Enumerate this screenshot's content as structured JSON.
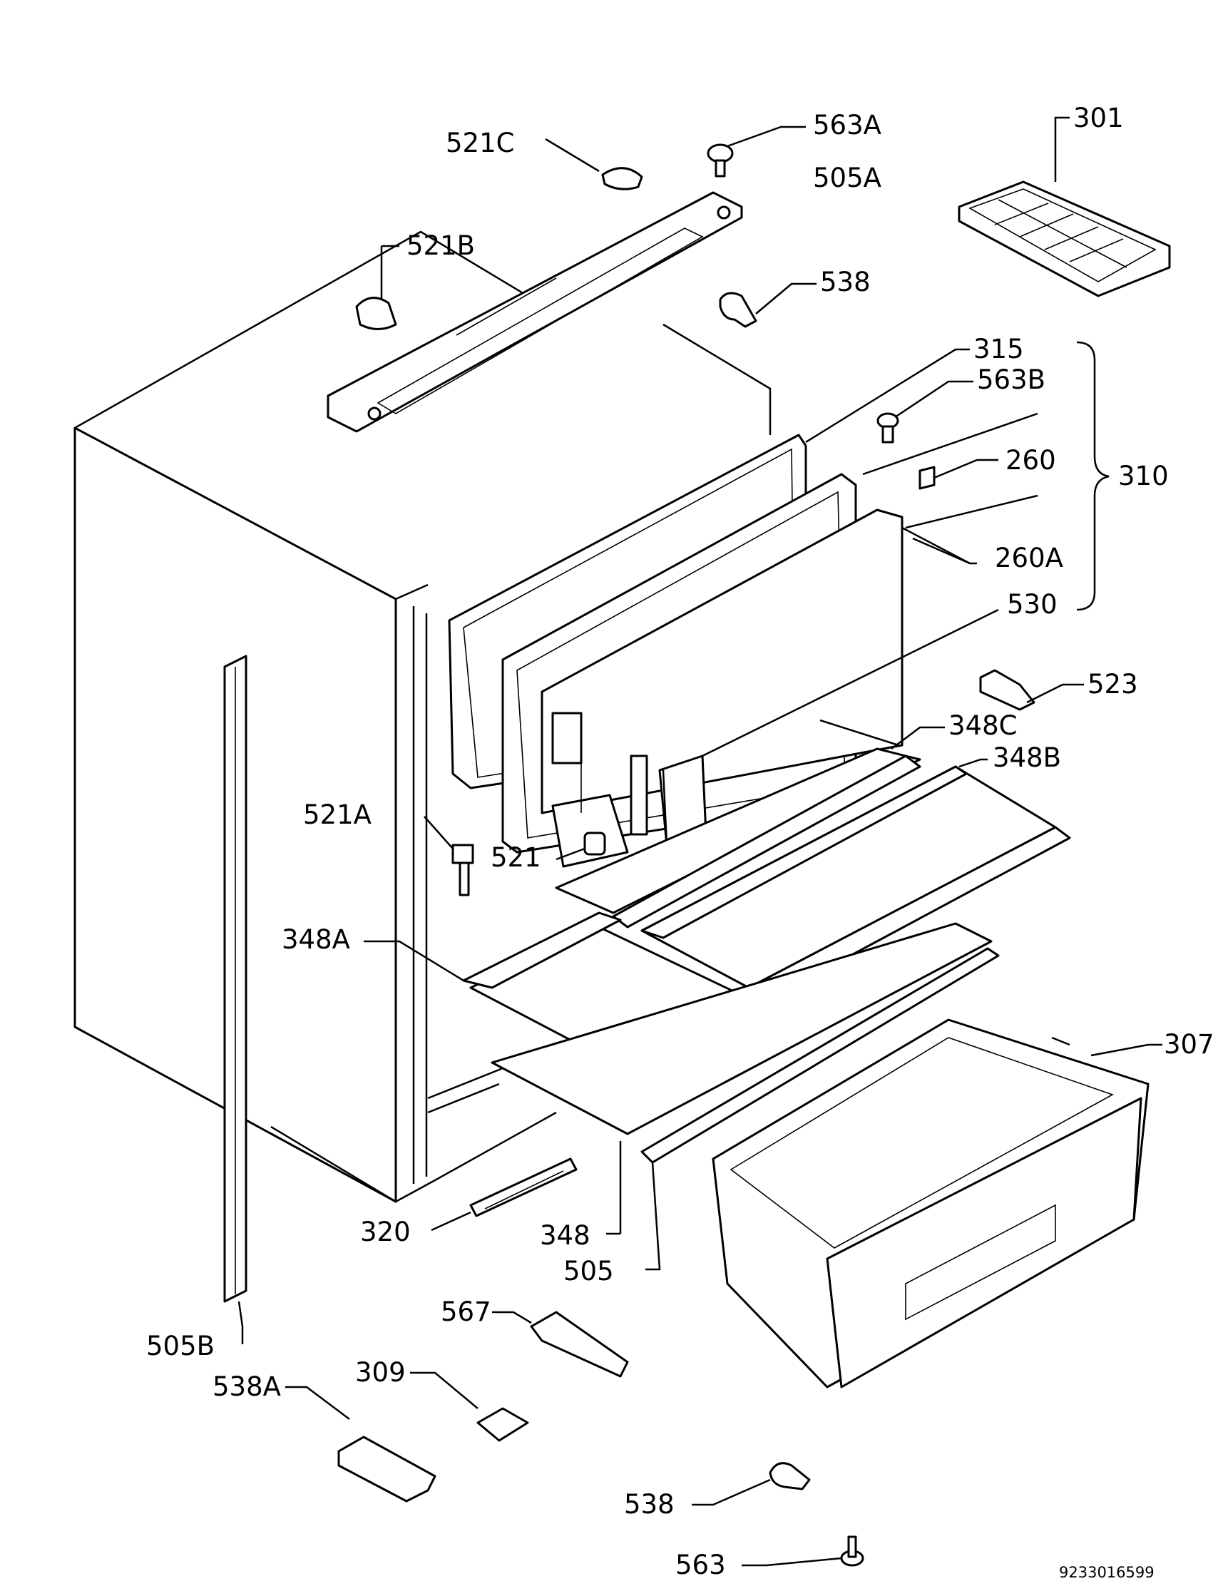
{
  "document_ref": "9233016599",
  "callouts": {
    "c521c": "521C",
    "c563a": "563A",
    "c505a": "505A",
    "c301": "301",
    "c521b": "521B",
    "c538_top": "538",
    "c315": "315",
    "c563b": "563B",
    "c260": "260",
    "c310": "310",
    "c260a": "260A",
    "c530": "530",
    "c523": "523",
    "c348c": "348C",
    "c348b": "348B",
    "c521a": "521A",
    "c521": "521",
    "c348a": "348A",
    "c307": "307",
    "c320": "320",
    "c348": "348",
    "c505": "505",
    "c505b": "505B",
    "c567": "567",
    "c309": "309",
    "c538a": "538A",
    "c538_bottom": "538",
    "c563": "563"
  }
}
